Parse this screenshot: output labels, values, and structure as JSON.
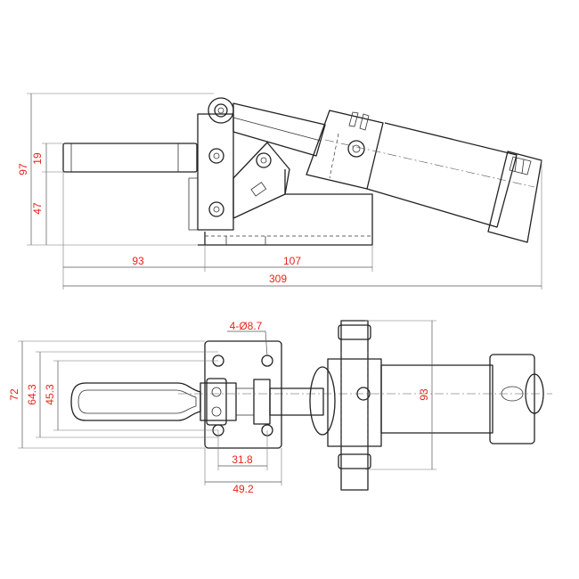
{
  "colors": {
    "dimension_text": "#e8231b",
    "outline": "#222222",
    "background": "#ffffff"
  },
  "side_view": {
    "dims": {
      "overall_height": "97",
      "handle_height": "19",
      "base_height": "47",
      "handle_length": "93",
      "base_length": "107",
      "overall_length": "309"
    }
  },
  "top_view": {
    "dims": {
      "outer_width": "72",
      "hole_spacing_outer": "64.3",
      "hole_spacing_inner": "45.3",
      "cylinder_height": "93",
      "mounting_holes": "4-Ø8.7",
      "hole_pitch": "31.8",
      "base_width": "49.2"
    }
  }
}
